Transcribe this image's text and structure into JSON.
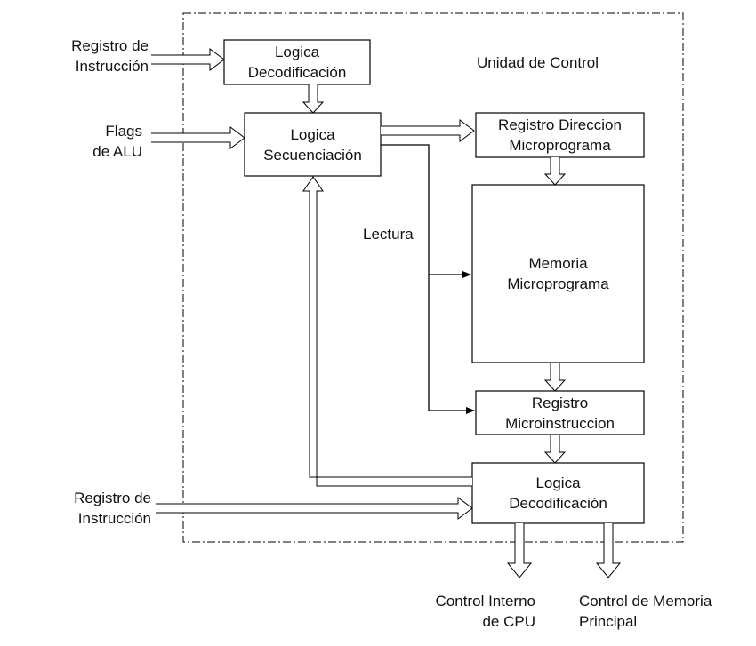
{
  "title": "Unidad de Control",
  "inputs": {
    "top": [
      "Registro de",
      "Instrucción"
    ],
    "flags": [
      "Flags",
      "de ALU"
    ],
    "bottom": [
      "Registro de",
      "Instrucción"
    ]
  },
  "blocks": {
    "decode_top": [
      "Logica",
      "Decodificación"
    ],
    "sequencing": [
      "Logica",
      "Secuenciación"
    ],
    "address_reg": [
      "Registro Direccion",
      "Microprograma"
    ],
    "memory": [
      "Memoria",
      "Microprograma"
    ],
    "micro_reg": [
      "Registro",
      "Microinstruccion"
    ],
    "decode_bottom": [
      "Logica",
      "Decodificación"
    ]
  },
  "signals": {
    "read": "Lectura"
  },
  "outputs": {
    "internal": [
      "Control Interno",
      "de CPU"
    ],
    "memory": [
      "Control de Memoria",
      "Principal"
    ]
  },
  "colors": {
    "line": "#000000",
    "background": "#ffffff"
  }
}
